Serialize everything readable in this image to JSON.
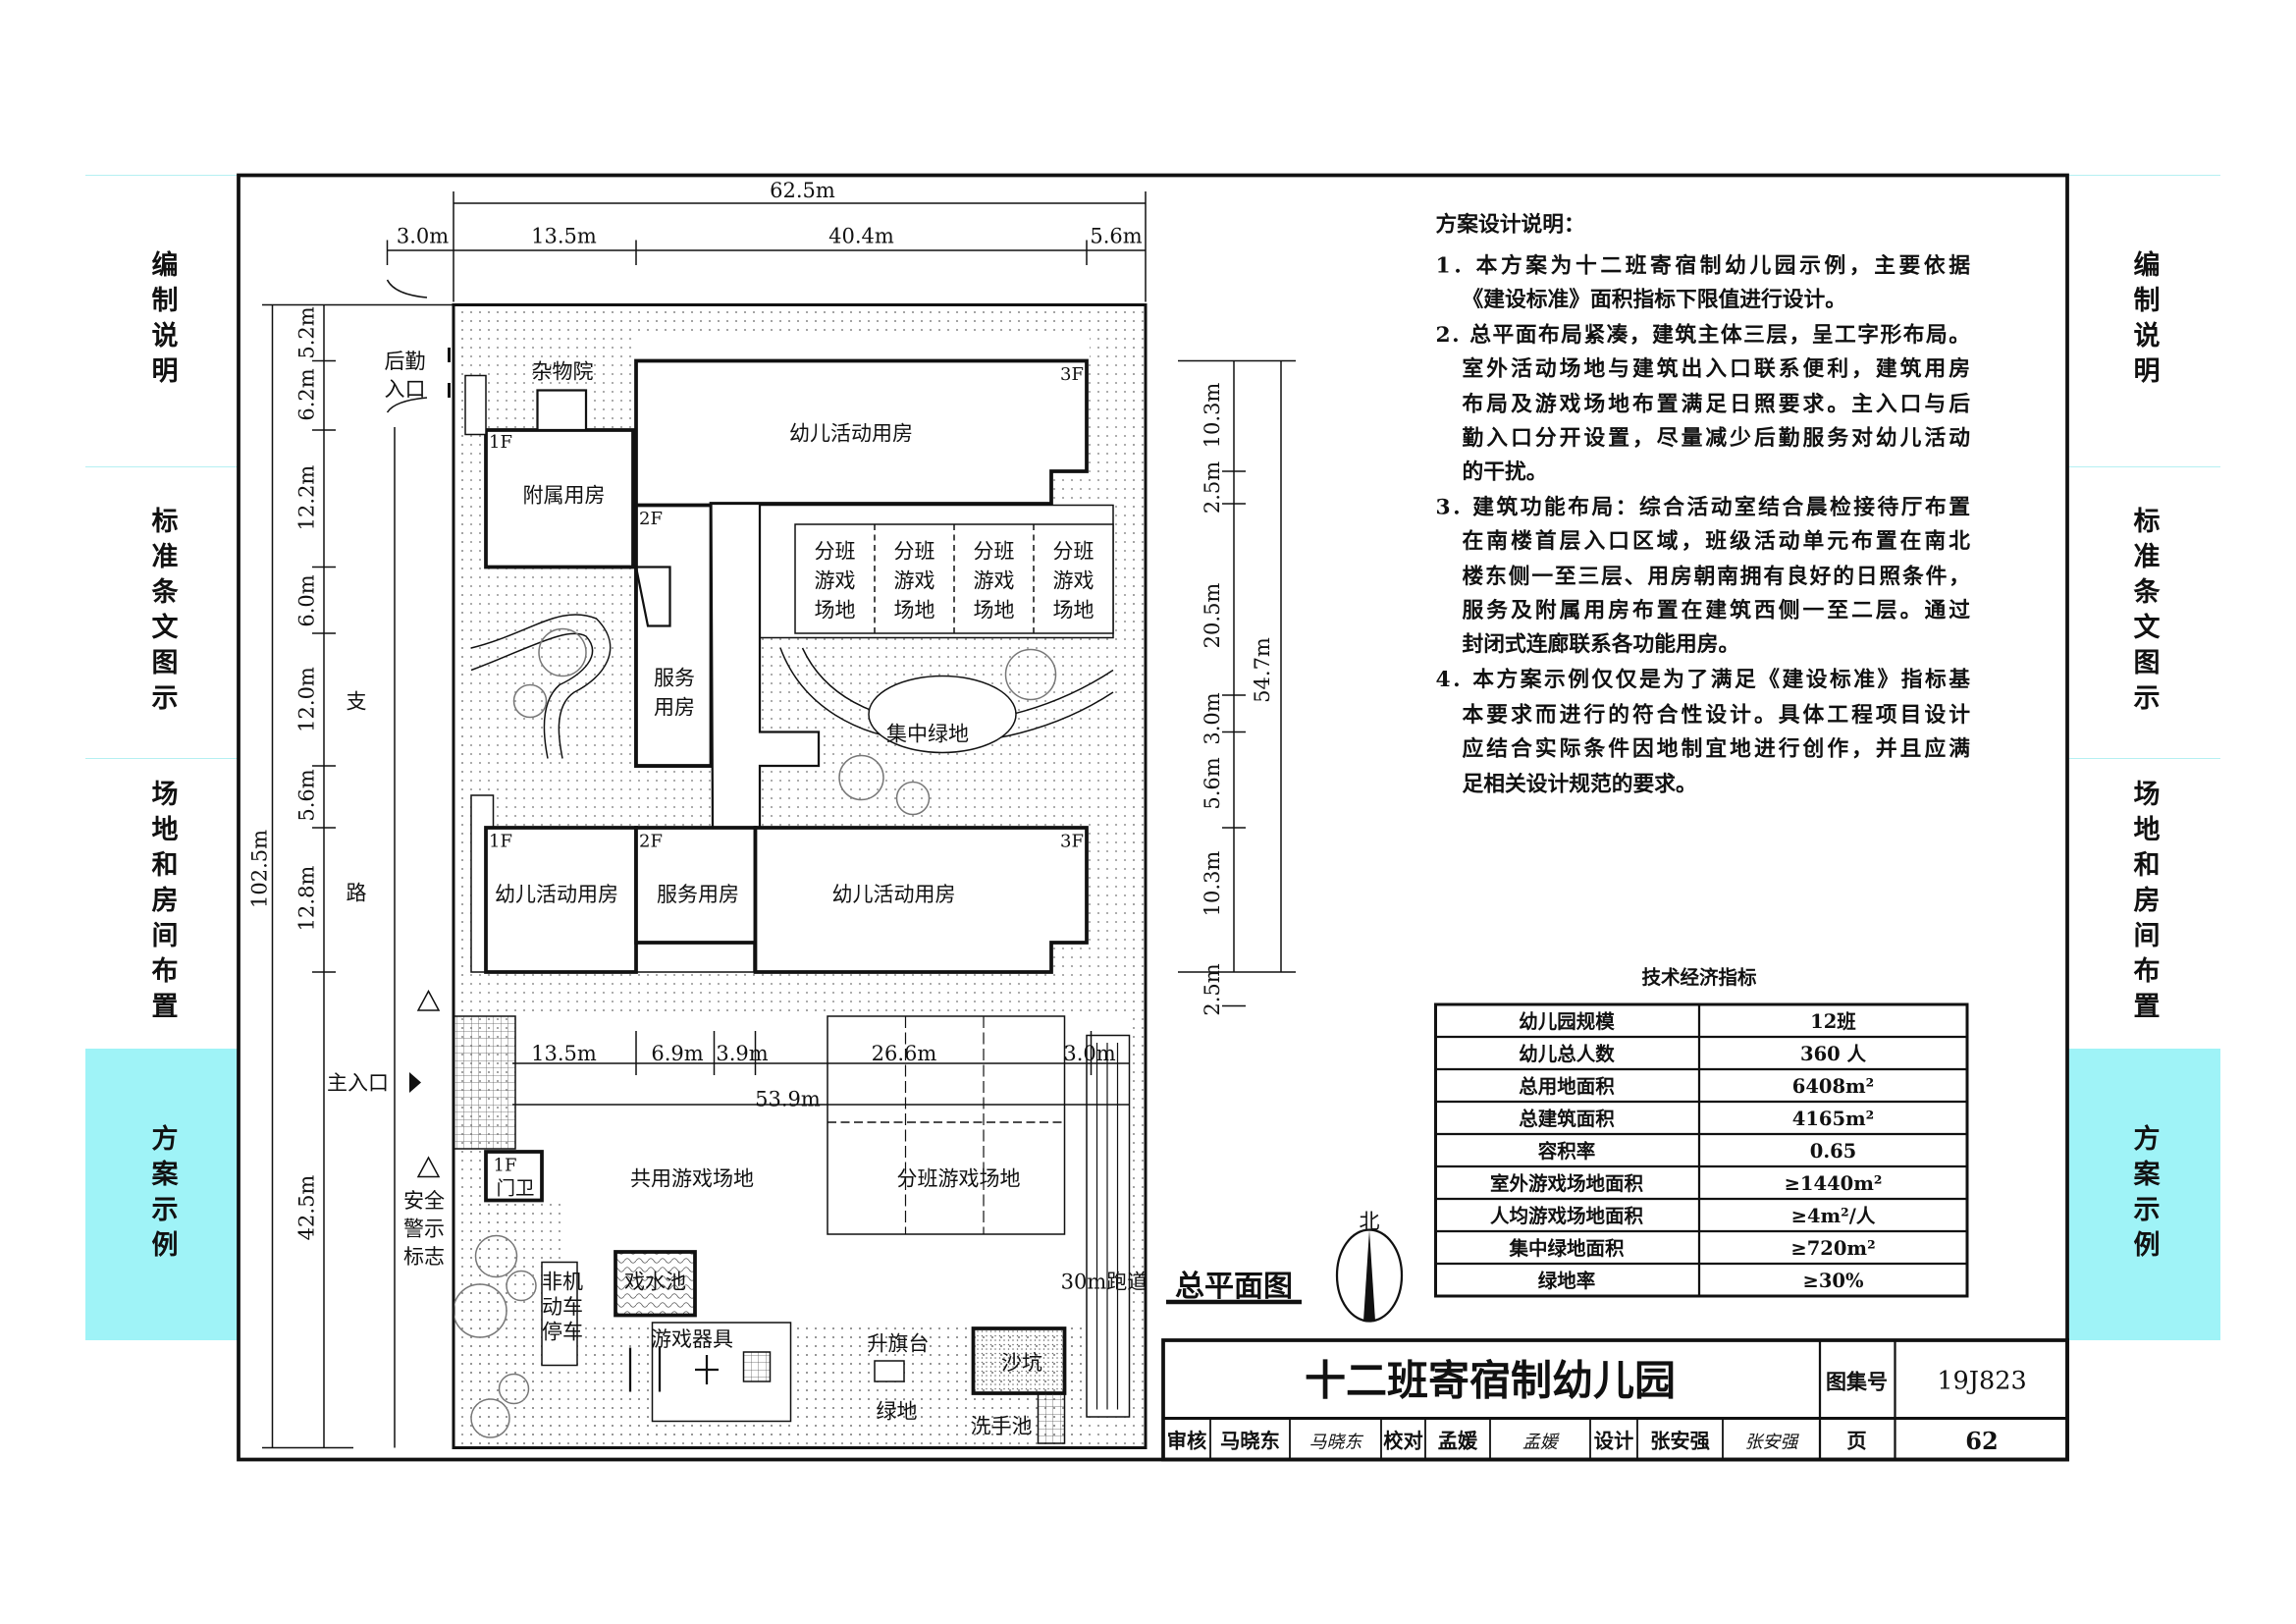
{
  "side_tabs_left": [
    {
      "label": "编制说明"
    },
    {
      "label": "标准条文图示"
    },
    {
      "label": "场地和房间布置"
    },
    {
      "label": "方案示例",
      "active": true
    }
  ],
  "side_tabs_right": [
    {
      "label": "编制说明"
    },
    {
      "label": "标准条文图示"
    },
    {
      "label": "场地和房间布置"
    },
    {
      "label": "方案示例",
      "active": true
    }
  ],
  "colors": {
    "active_tab": "#9ff3f7",
    "tab_line": "#b5f0f2",
    "green_dots": "#9a9a9a"
  },
  "dimensions": {
    "top_total": "62.5m",
    "top_segments": [
      "3.0m",
      "13.5m",
      "40.4m",
      "5.6m"
    ],
    "left_total": "102.5m",
    "left_segments": [
      "5.2m",
      "6.2m",
      "12.2m",
      "6.0m",
      "12.0m",
      "5.6m",
      "12.8m",
      "42.5m"
    ],
    "right_total": "54.7m",
    "right_segments": [
      "10.3m",
      "2.5m",
      "20.5m",
      "3.0m",
      "5.6m",
      "10.3m",
      "2.5m"
    ],
    "south_segments": [
      "13.5m",
      "6.9m",
      "3.9m",
      "26.6m",
      "3.0m"
    ],
    "south_total": "53.9m"
  },
  "plan": {
    "title": "总平面图",
    "north": "北",
    "labels": {
      "utility_yard": "杂物院",
      "service_entrance_1": "后勤",
      "service_entrance_2": "入口",
      "annex": "附属用房",
      "north_activity": "幼儿活动用房",
      "service_2f_1": "服务",
      "service_2f_2": "用房",
      "central_green": "集中绿地",
      "south_activity_1f": "幼儿活动用房",
      "south_service": "服务用房",
      "south_activity_3f": "幼儿活动用房",
      "road_1": "支",
      "road_2": "路",
      "main_entrance": "主入口",
      "warning_1": "安全",
      "warning_2": "警示",
      "warning_3": "标志",
      "shared_play": "共用游戏场地",
      "class_play": "分班游戏场地",
      "guard_floor": "1F",
      "guard": "门卫",
      "bike_1": "非机",
      "bike_2": "动车",
      "bike_3": "停车",
      "pool": "戏水池",
      "equipment": "游戏器具",
      "flag": "升旗台",
      "green": "绿地",
      "sandpit": "沙坑",
      "wash": "洗手池",
      "track": "30m跑道"
    },
    "class_yards": [
      [
        "分班",
        "游戏",
        "场地"
      ],
      [
        "分班",
        "游戏",
        "场地"
      ],
      [
        "分班",
        "游戏",
        "场地"
      ],
      [
        "分班",
        "游戏",
        "场地"
      ]
    ],
    "floors": {
      "annex": "1F",
      "north": "3F",
      "service": "2F",
      "south_1f": "1F",
      "south_2f": "2F",
      "south_3f": "3F"
    }
  },
  "notes": {
    "title": "方案设计说明：",
    "lines": [
      "1. 本方案为十二班寄宿制幼儿园示例，主要依据",
      "《建设标准》面积指标下限值进行设计。",
      "2. 总平面布局紧凑，建筑主体三层，呈工字形布局。",
      "室外活动场地与建筑出入口联系便利，建筑用房",
      "布局及游戏场地布置满足日照要求。主入口与后",
      "勤入口分开设置，尽量减少后勤服务对幼儿活动",
      "的干扰。",
      "3. 建筑功能布局：综合活动室结合晨检接待厅布置",
      "在南楼首层入口区域，班级活动单元布置在南北",
      "楼东侧一至三层、用房朝南拥有良好的日照条件，",
      "服务及附属用房布置在建筑西侧一至二层。通过",
      "封闭式连廊联系各功能用房。",
      "4. 本方案示例仅仅是为了满足《建设标准》指标基",
      "本要求而进行的符合性设计。具体工程项目设计",
      "应结合实际条件因地制宜地进行创作，并且应满",
      "足相关设计规范的要求。"
    ]
  },
  "table": {
    "title": "技术经济指标",
    "rows": [
      [
        "幼儿园规模",
        "12班"
      ],
      [
        "幼儿总人数",
        "360 人"
      ],
      [
        "总用地面积",
        "6408m²"
      ],
      [
        "总建筑面积",
        "4165m²"
      ],
      [
        "容积率",
        "0.65"
      ],
      [
        "室外游戏场地面积",
        "≥1440m²"
      ],
      [
        "人均游戏场地面积",
        "≥4m²/人"
      ],
      [
        "集中绿地面积",
        "≥720m²"
      ],
      [
        "绿地率",
        "≥30%"
      ]
    ]
  },
  "title_block": {
    "title": "十二班寄宿制幼儿园",
    "atlas_label": "图集号",
    "atlas_no": "19J823",
    "review_label": "审核",
    "reviewer": "马晓东",
    "reviewer_sig": "马晓东",
    "check_label": "校对",
    "checker": "孟媛",
    "checker_sig": "孟媛",
    "design_label": "设计",
    "designer": "张安强",
    "designer_sig": "张安强",
    "page_label": "页",
    "page_no": "62"
  }
}
